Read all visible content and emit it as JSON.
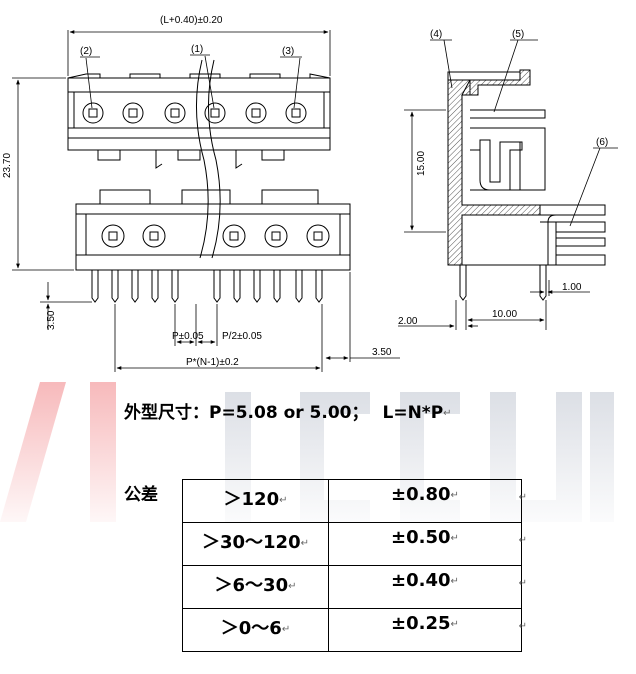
{
  "drawing": {
    "front_dims": {
      "top_width": "(L+0.40)±0.20",
      "height": "23.70",
      "pin_depth": "3.50",
      "pitch": "P±0.05",
      "half_pitch": "P/2±0.05",
      "overall_pitch": "P*(N-1)±0.2",
      "edge_offset": "3.50"
    },
    "callouts": [
      "(2)",
      "(1)",
      "(3)",
      "(4)",
      "(5)",
      "(6)"
    ],
    "side_dims": {
      "height": "15.00",
      "pin_offset": "1.00",
      "left_offset": "2.00",
      "depth": "10.00"
    }
  },
  "spec": {
    "label": "外型尺寸：",
    "pitch_formula": "P=5.08 or 5.00；",
    "length_formula": "L=N*P"
  },
  "tolerance": {
    "label": "公差",
    "rows": [
      {
        "range": "＞120",
        "tol": "±0.80"
      },
      {
        "range": "＞30～120",
        "tol": "±0.50"
      },
      {
        "range": "＞6～30",
        "tol": "±0.40"
      },
      {
        "range": "＞0～6",
        "tol": "±0.25"
      }
    ]
  },
  "marks": {
    "return": "↵"
  },
  "colors": {
    "watermark": "#e8383d",
    "hatch": "#555555"
  }
}
